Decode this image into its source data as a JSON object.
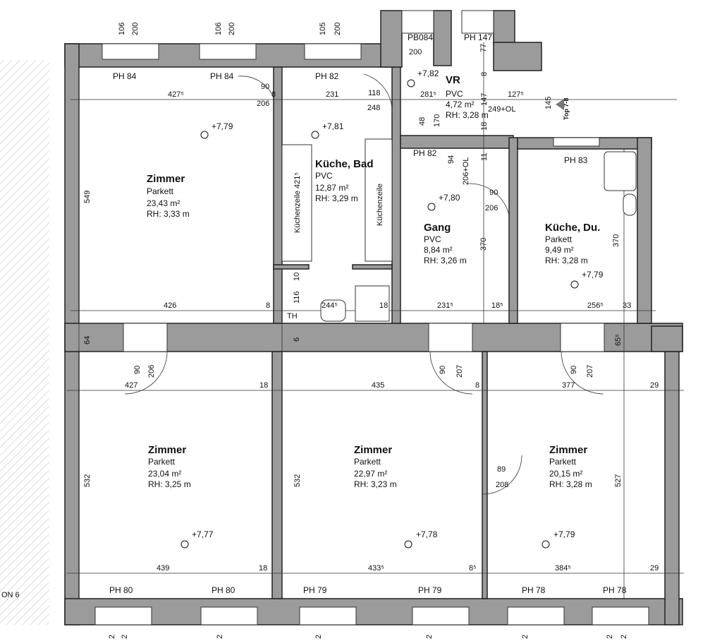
{
  "rooms": [
    {
      "name": "Zimmer",
      "floor": "Parkett",
      "area": "23,43 m²",
      "rh": "RH: 3,33 m",
      "level": "+7,79"
    },
    {
      "name": "Küche, Bad",
      "floor": "PVC",
      "area": "12,87 m²",
      "rh": "RH: 3,29 m",
      "level": "+7,81"
    },
    {
      "name": "VR",
      "floor": "PVC",
      "area": "4,72 m²",
      "rh": "RH: 3,28 m",
      "level": "+7,82"
    },
    {
      "name": "Gang",
      "floor": "PVC",
      "area": "8,84 m²",
      "rh": "RH: 3,26 m",
      "level": "+7,80"
    },
    {
      "name": "Küche, Du.",
      "floor": "Parkett",
      "area": "9,49 m²",
      "rh": "RH: 3,28 m",
      "level": "+7,79"
    },
    {
      "name": "Zimmer",
      "floor": "Parkett",
      "area": "23,04 m²",
      "rh": "RH: 3,25 m",
      "level": "+7,77"
    },
    {
      "name": "Zimmer",
      "floor": "Parkett",
      "area": "22,97 m²",
      "rh": "RH: 3,23 m",
      "level": "+7,78"
    },
    {
      "name": "Zimmer",
      "floor": "Parkett",
      "area": "20,15 m²",
      "rh": "RH: 3,28 m",
      "level": "+7,79"
    }
  ],
  "parapets": [
    "PH 84",
    "PH 84",
    "PH 82",
    "PB084",
    "PH 147",
    "PH 82",
    "PH 83",
    "PH 80",
    "PH 80",
    "PH 79",
    "PH 79",
    "PH 78",
    "PH 78"
  ],
  "dimensions": [
    "427⁵",
    "8",
    "90",
    "206",
    "231",
    "118",
    "248",
    "281⁵",
    "127⁵",
    "249+OL",
    "426",
    "8",
    "244⁵",
    "18",
    "231⁵",
    "18⁵",
    "256⁵",
    "33",
    "427",
    "18",
    "435",
    "8",
    "377",
    "29",
    "439",
    "18",
    "433⁵",
    "8⁵",
    "384⁵",
    "29",
    "89",
    "208",
    "90",
    "206",
    "200",
    "TH"
  ],
  "vertical_dimensions": [
    "549",
    "532",
    "532",
    "527",
    "370",
    "370",
    "64",
    "65⁵",
    "90",
    "206",
    "90",
    "207",
    "90",
    "207",
    "10",
    "116",
    "48",
    "170",
    "147",
    "18",
    "8",
    "206+OL",
    "94",
    "11",
    "145",
    "77",
    "106",
    "200",
    "106",
    "200",
    "105",
    "200",
    "6"
  ],
  "fixtures": [
    "Küchenzeile 421⁵",
    "Küchenzeile"
  ],
  "marker": "Top 7-8",
  "side_label": "ON 6",
  "bottom_dims": [
    "2",
    "2",
    "2",
    "2",
    "2",
    "2",
    "2",
    "2"
  ]
}
